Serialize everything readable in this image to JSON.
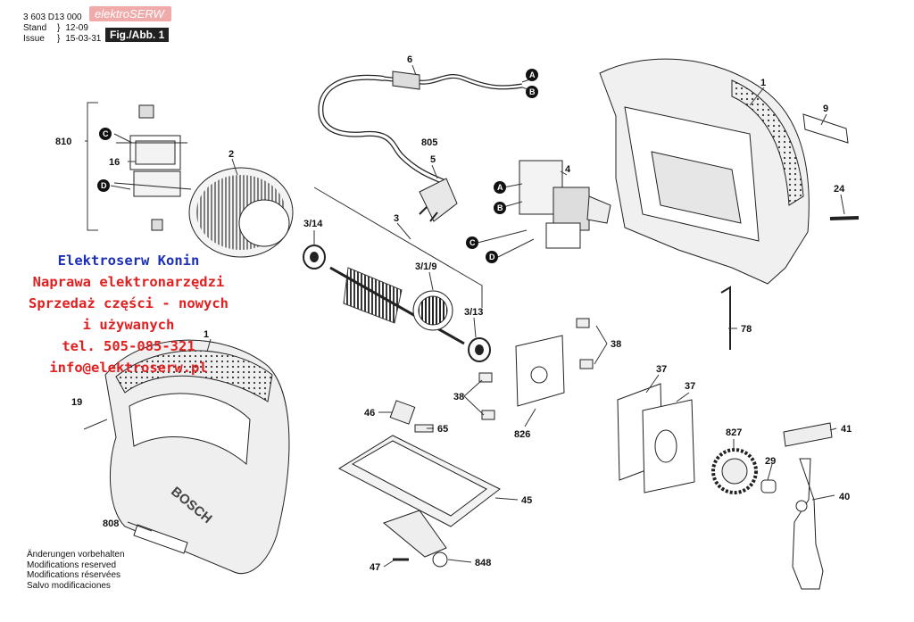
{
  "header": {
    "part_number": "3 603 D13 000",
    "stand_label": "Stand",
    "stand_value": "12-09",
    "issue_label": "Issue",
    "issue_value": "15-03-31",
    "figure_label": "Fig./Abb. 1",
    "watermark": "elektroSERW"
  },
  "promo": {
    "line1": "Elektroserw Konin",
    "line2": "Naprawa elektronarzędzi",
    "line3": "Sprzedaż części - nowych",
    "line4": "i używanych",
    "line5": "tel. 505-085-321",
    "line6": "info@elektroserw.pl"
  },
  "notes": {
    "de": "Änderungen vorbehalten",
    "en": "Modifications reserved",
    "fr": "Modifications réservées",
    "es": "Salvo modificaciones"
  },
  "part_labels": {
    "p1a": "1",
    "p1b": "1",
    "p2": "2",
    "p3": "3",
    "p3_14": "3/14",
    "p3_1_9": "3/1/9",
    "p3_13": "3/13",
    "p4": "4",
    "p5": "5",
    "p6": "6",
    "p9": "9",
    "p16": "16",
    "p19": "19",
    "p24": "24",
    "p29": "29",
    "p37a": "37",
    "p37b": "37",
    "p38a": "38",
    "p38b": "38",
    "p40": "40",
    "p41": "41",
    "p45": "45",
    "p46": "46",
    "p47": "47",
    "p65": "65",
    "p78": "78",
    "p805": "805",
    "p808": "808",
    "p810": "810",
    "p826": "826",
    "p827": "827",
    "p848": "848"
  },
  "connectors": {
    "A": "A",
    "B": "B",
    "C": "C",
    "D": "D"
  },
  "brand_on_housing": "BOSCH"
}
